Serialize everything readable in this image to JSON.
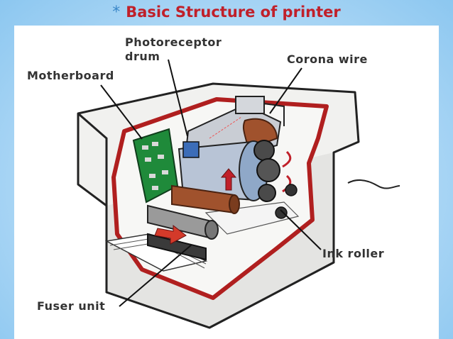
{
  "slide": {
    "bullet": "*",
    "title": "Basic Structure of printer"
  },
  "labels": {
    "photoreceptor_line1": "Photoreceptor",
    "photoreceptor_line2": "drum",
    "corona_wire": "Corona wire",
    "motherboard": "Motherboard",
    "ink_roller": "Ink roller",
    "fuser_unit": "Fuser unit"
  },
  "colors": {
    "title": "#c0202a",
    "bullet": "#3a87c8",
    "casing_red": "#b01f1f",
    "board_green": "#1f8a3a",
    "drum_blue": "#8fa8c8",
    "roller_brown": "#a0522d"
  }
}
